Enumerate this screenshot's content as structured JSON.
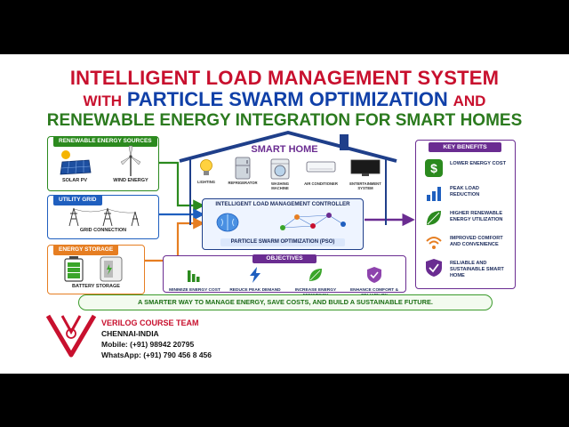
{
  "title": {
    "line1": "INTELLIGENT LOAD MANAGEMENT SYSTEM",
    "line2_prefix": "WITH",
    "line2_main": "PARTICLE SWARM OPTIMIZATION",
    "line2_suffix": "AND",
    "line3": "RENEWABLE ENERGY INTEGRATION FOR SMART HOMES"
  },
  "renewable": {
    "title": "RENEWABLE ENERGY SOURCES",
    "items": [
      "SOLAR PV",
      "WIND ENERGY"
    ]
  },
  "utility": {
    "title": "UTILITY GRID",
    "label": "GRID CONNECTION"
  },
  "storage": {
    "title": "ENERGY STORAGE",
    "label": "BATTERY STORAGE"
  },
  "smart_home": {
    "title": "SMART HOME",
    "appliances": [
      "LIGHTING",
      "REFRIGERATOR",
      "WASHING MACHINE",
      "AIR CONDITIONER",
      "ENTERTAINMENT SYSTEM"
    ],
    "controller": "INTELLIGENT LOAD MANAGEMENT CONTROLLER",
    "pso": "PARTICLE SWARM OPTIMIZATION (PSO)"
  },
  "objectives": {
    "title": "OBJECTIVES",
    "items": [
      "MINIMIZE ENERGY COST",
      "REDUCE PEAK DEMAND",
      "INCREASE ENERGY EFFICIENCY",
      "ENHANCE COMFORT & RELIABILITY"
    ]
  },
  "benefits": {
    "title": "KEY BENEFITS",
    "items": [
      "LOWER ENERGY COST",
      "PEAK LOAD REDUCTION",
      "HIGHER RENEWABLE ENERGY UTILIZATION",
      "IMPROVED COMFORT AND CONVENIENCE",
      "RELIABLE AND SUSTAINABLE SMART HOME"
    ]
  },
  "tagline": "A SMARTER WAY TO MANAGE ENERGY, SAVE COSTS, AND BUILD A SUSTAINABLE FUTURE.",
  "team": {
    "name": "VERILOG COURSE TEAM",
    "city": "CHENNAI-INDIA",
    "mobile": "Mobile: (+91) 98942 20795",
    "whatsapp": "WhatsApp: (+91) 790 456 8 456"
  },
  "icons": {
    "benefit_icons": [
      "dollar-icon",
      "bar-chart-icon",
      "leaf-icon",
      "wifi-comfort-icon",
      "shield-check-icon"
    ],
    "objective_icons": [
      "bar-chart-down-icon",
      "lightning-icon",
      "leaf-icon",
      "shield-check-icon"
    ]
  },
  "colors": {
    "red": "#c8102e",
    "blue": "#1040a8",
    "green": "#2b7a1e",
    "purple": "#6a2c91",
    "orange": "#e67e22"
  }
}
